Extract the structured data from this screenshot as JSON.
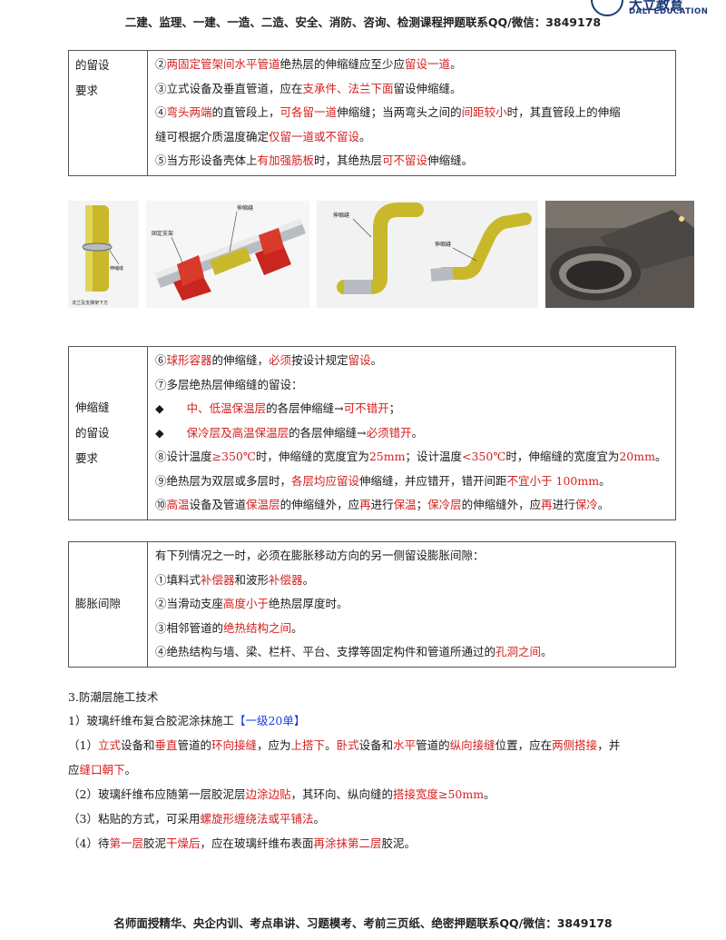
{
  "header": {
    "text": "二建、监理、一建、一造、二造、安全、消防、咨询、检测课程押题联系QQ/微信：3849178",
    "logo_text": "大立教育",
    "logo_sub": "DALI EDUCATION"
  },
  "table1": {
    "label_line1": "的留设",
    "label_line2": "要求",
    "items": [
      {
        "parts": [
          [
            "n",
            "②"
          ],
          [
            "r",
            "两固定管架间水平管道"
          ],
          [
            "n",
            "绝热层的伸缩缝应至少应"
          ],
          [
            "r",
            "留设一道"
          ],
          [
            "n",
            "。"
          ]
        ]
      },
      {
        "parts": [
          [
            "n",
            "③立式设备及垂直管道，应在"
          ],
          [
            "r",
            "支承件、法兰下面"
          ],
          [
            "n",
            "留设伸缩缝。"
          ]
        ]
      },
      {
        "parts": [
          [
            "n",
            "④"
          ],
          [
            "r",
            "弯头两端"
          ],
          [
            "n",
            "的直管段上，"
          ],
          [
            "r",
            "可各留一道"
          ],
          [
            "n",
            "伸缩缝；当两弯头之间的"
          ],
          [
            "r",
            "间距较小"
          ],
          [
            "n",
            "时，其直管段上的伸缩"
          ]
        ]
      },
      {
        "parts": [
          [
            "n",
            "缝可根据介质温度确定"
          ],
          [
            "r",
            "仅留一道或不留设"
          ],
          [
            "n",
            "。"
          ]
        ]
      },
      {
        "parts": [
          [
            "n",
            "⑤当方形设备壳体上"
          ],
          [
            "r",
            "有加强筋板"
          ],
          [
            "n",
            "时，其绝热层"
          ],
          [
            "r",
            "可不留设"
          ],
          [
            "n",
            "伸缩缝。"
          ]
        ]
      }
    ]
  },
  "photos": {
    "p1_caption": "法兰及支撑架下方",
    "p1_label": "伸缩缝",
    "p2_label1": "伸缩缝",
    "p2_label2": "固定支架",
    "p3_label1": "伸缩缝",
    "p3_label2": "伸缩缝"
  },
  "table2": {
    "label_line1": "伸缩缝",
    "label_line2": "的留设",
    "label_line3": "要求",
    "items": [
      {
        "parts": [
          [
            "n",
            "⑥"
          ],
          [
            "r",
            "球形容器"
          ],
          [
            "n",
            "的伸缩缝，"
          ],
          [
            "r",
            "必须"
          ],
          [
            "n",
            "按设计规定"
          ],
          [
            "r",
            "留设"
          ],
          [
            "n",
            "。"
          ]
        ]
      },
      {
        "parts": [
          [
            "n",
            "⑦多层绝热层伸缩缝的留设："
          ]
        ]
      },
      {
        "parts": [
          [
            "n",
            "◆　　"
          ],
          [
            "r",
            "中、低温保温层"
          ],
          [
            "n",
            "的各层伸缩缝→"
          ],
          [
            "r",
            "可不错开"
          ],
          [
            "n",
            "；"
          ]
        ]
      },
      {
        "parts": [
          [
            "n",
            "◆　　"
          ],
          [
            "r",
            "保冷层及高温保温层"
          ],
          [
            "n",
            "的各层伸缩缝→"
          ],
          [
            "r",
            "必须错开"
          ],
          [
            "n",
            "。"
          ]
        ]
      },
      {
        "parts": [
          [
            "n",
            "⑧设计温度"
          ],
          [
            "r",
            "≥350℃"
          ],
          [
            "n",
            "时，伸缩缝的宽度宜为"
          ],
          [
            "r",
            "25mm"
          ],
          [
            "n",
            "；设计温度"
          ],
          [
            "r",
            "<350℃"
          ],
          [
            "n",
            "时，伸缩缝的宽度宜为"
          ],
          [
            "r",
            "20mm"
          ],
          [
            "n",
            "。"
          ]
        ]
      },
      {
        "parts": [
          [
            "n",
            "⑨绝热层为双层或多层时，"
          ],
          [
            "r",
            "各层均应留设"
          ],
          [
            "n",
            "伸缩缝，并应错开，错开间距"
          ],
          [
            "r",
            "不宜小于 100mm"
          ],
          [
            "n",
            "。"
          ]
        ]
      },
      {
        "parts": [
          [
            "n",
            "⑩"
          ],
          [
            "r",
            "高温"
          ],
          [
            "n",
            "设备及管道"
          ],
          [
            "r",
            "保温层"
          ],
          [
            "n",
            "的伸缩缝外，应"
          ],
          [
            "r",
            "再"
          ],
          [
            "n",
            "进行"
          ],
          [
            "r",
            "保温"
          ],
          [
            "n",
            "；"
          ],
          [
            "r",
            "保冷层"
          ],
          [
            "n",
            "的伸缩缝外，应"
          ],
          [
            "r",
            "再"
          ],
          [
            "n",
            "进行"
          ],
          [
            "r",
            "保冷"
          ],
          [
            "n",
            "。"
          ]
        ]
      }
    ]
  },
  "table3": {
    "label": "膨胀间隙",
    "items": [
      {
        "parts": [
          [
            "n",
            "有下列情况之一时，必须在膨胀移动方向的另一侧留设膨胀间隙："
          ]
        ]
      },
      {
        "parts": [
          [
            "n",
            "①填料式"
          ],
          [
            "r",
            "补偿器"
          ],
          [
            "n",
            "和波形"
          ],
          [
            "r",
            "补偿器"
          ],
          [
            "n",
            "。"
          ]
        ]
      },
      {
        "parts": [
          [
            "n",
            "②当滑动支座"
          ],
          [
            "r",
            "高度小于"
          ],
          [
            "n",
            "绝热层厚度时。"
          ]
        ]
      },
      {
        "parts": [
          [
            "n",
            "③相邻管道的"
          ],
          [
            "r",
            "绝热结构之间"
          ],
          [
            "n",
            "。"
          ]
        ]
      },
      {
        "parts": [
          [
            "n",
            "④绝热结构与墙、梁、栏杆、平台、支撑等固定构件和管道所通过的"
          ],
          [
            "r",
            "孔洞之间"
          ],
          [
            "n",
            "。"
          ]
        ]
      }
    ]
  },
  "section": {
    "title": "3.防潮层施工技术",
    "sub1_parts": [
      [
        "n",
        "1）玻璃纤维布复合胶泥涂抹施工"
      ],
      [
        "b",
        "【一级20单】"
      ]
    ],
    "items": [
      {
        "parts": [
          [
            "n",
            "（1）"
          ],
          [
            "r",
            "立式"
          ],
          [
            "n",
            "设备和"
          ],
          [
            "r",
            "垂直"
          ],
          [
            "n",
            "管道的"
          ],
          [
            "r",
            "环向接缝"
          ],
          [
            "n",
            "，应为"
          ],
          [
            "r",
            "上搭下"
          ],
          [
            "n",
            "。"
          ],
          [
            "r",
            "卧式"
          ],
          [
            "n",
            "设备和"
          ],
          [
            "r",
            "水平"
          ],
          [
            "n",
            "管道的"
          ],
          [
            "r",
            "纵向接缝"
          ],
          [
            "n",
            "位置，应在"
          ],
          [
            "r",
            "两侧搭接"
          ],
          [
            "n",
            "，并"
          ]
        ]
      },
      {
        "parts": [
          [
            "n",
            "应"
          ],
          [
            "r",
            "缝口朝下"
          ],
          [
            "n",
            "。"
          ]
        ],
        "noindent": true
      },
      {
        "parts": [
          [
            "n",
            "（2）玻璃纤维布应随第一层胶泥层"
          ],
          [
            "r",
            "边涂边贴"
          ],
          [
            "n",
            "，其环向、纵向缝的"
          ],
          [
            "r",
            "搭接宽度≥50mm"
          ],
          [
            "n",
            "。"
          ]
        ]
      },
      {
        "parts": [
          [
            "n",
            "（3）粘贴的方式，可采用"
          ],
          [
            "r",
            "螺旋形缠绕法或平铺法"
          ],
          [
            "n",
            "。"
          ]
        ]
      },
      {
        "parts": [
          [
            "n",
            "（4）待"
          ],
          [
            "r",
            "第一层"
          ],
          [
            "n",
            "胶泥"
          ],
          [
            "r",
            "干燥后"
          ],
          [
            "n",
            "，应在玻璃纤维布表面"
          ],
          [
            "r",
            "再涂抹第二层"
          ],
          [
            "n",
            "胶泥。"
          ]
        ]
      }
    ]
  },
  "footer": {
    "text": "名师面授精华、央企内训、考点串讲、习题模考、考前三页纸、绝密押题联系QQ/微信：3849178"
  },
  "colors": {
    "red": "#d42020",
    "blue": "#1a3ce0",
    "border": "#555555"
  }
}
